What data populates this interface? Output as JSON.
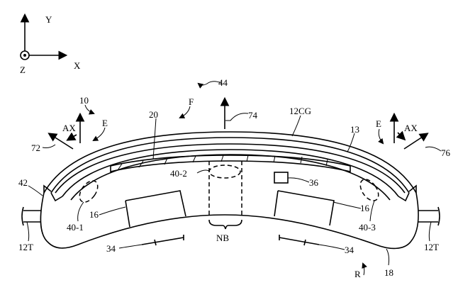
{
  "axes": {
    "y": "Y",
    "x": "X",
    "z": "Z"
  },
  "labels": {
    "l44": "44",
    "l10": "10",
    "l_e_left": "E",
    "l_f": "F",
    "l20": "20",
    "l74": "74",
    "l12cg": "12CG",
    "l13": "13",
    "l_e_right": "E",
    "l_ax_right": "AX",
    "l76": "76",
    "l_ax_left": "AX",
    "l72": "72",
    "l42": "42",
    "l40_1": "40-1",
    "l16_left": "16",
    "l40_2": "40-2",
    "l36": "36",
    "l16_right": "16",
    "l40_3": "40-3",
    "l_nb": "NB",
    "l12t_left": "12T",
    "l12t_right": "12T",
    "l34_left": "34",
    "l34_right": "34",
    "l_r": "R",
    "l18": "18"
  }
}
